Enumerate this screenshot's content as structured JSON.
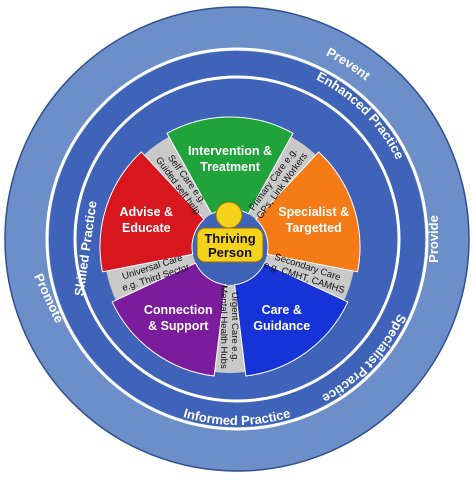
{
  "outer_ring": {
    "labels": {
      "top": "Prevent",
      "right": "Provide",
      "left": "Promote"
    }
  },
  "inner_ring": {
    "labels": {
      "top": "Enhanced Practice",
      "right": "Specialist Practice",
      "bottom": "Informed Practice",
      "left": "Skilled Practice"
    }
  },
  "segments": [
    {
      "id": "intervention",
      "line1": "Intervention &",
      "line2": "Treatment",
      "color": "#1fa33a"
    },
    {
      "id": "specialist",
      "line1": "Specialist &",
      "line2": "Targetted",
      "color": "#f47b16"
    },
    {
      "id": "care",
      "line1": "Care &",
      "line2": "Guidance",
      "color": "#1633d8"
    },
    {
      "id": "connection",
      "line1": "Connection",
      "line2": "& Support",
      "color": "#7b1c9c"
    },
    {
      "id": "advise",
      "line1": "Advise &",
      "line2": "Educate",
      "color": "#d8161e"
    }
  ],
  "spokes": [
    {
      "id": "self-care",
      "line1": "Self Care e.g.",
      "line2": "Guided self help"
    },
    {
      "id": "primary-care",
      "line1": "Primary Care e.g.",
      "line2": "GPs, Link Workers"
    },
    {
      "id": "secondary-care",
      "line1": "Secondary Care",
      "line2": "e.g. CMHT, CAMHS"
    },
    {
      "id": "urgent-care",
      "line1": "Urgent Care e.g.",
      "line2": "Mental Health Hubs"
    },
    {
      "id": "universal-care",
      "line1": "Universal Care",
      "line2": "e.g. Third Sector"
    }
  ],
  "center": {
    "line1": "Thriving",
    "line2": "Person",
    "color": "#f5d21c"
  },
  "colors": {
    "outer_ring": "#6d8fc9",
    "inner_ring": "#3f63b8",
    "ring_border": "#ffffff",
    "spoke_fill": "#c9c9c9"
  }
}
